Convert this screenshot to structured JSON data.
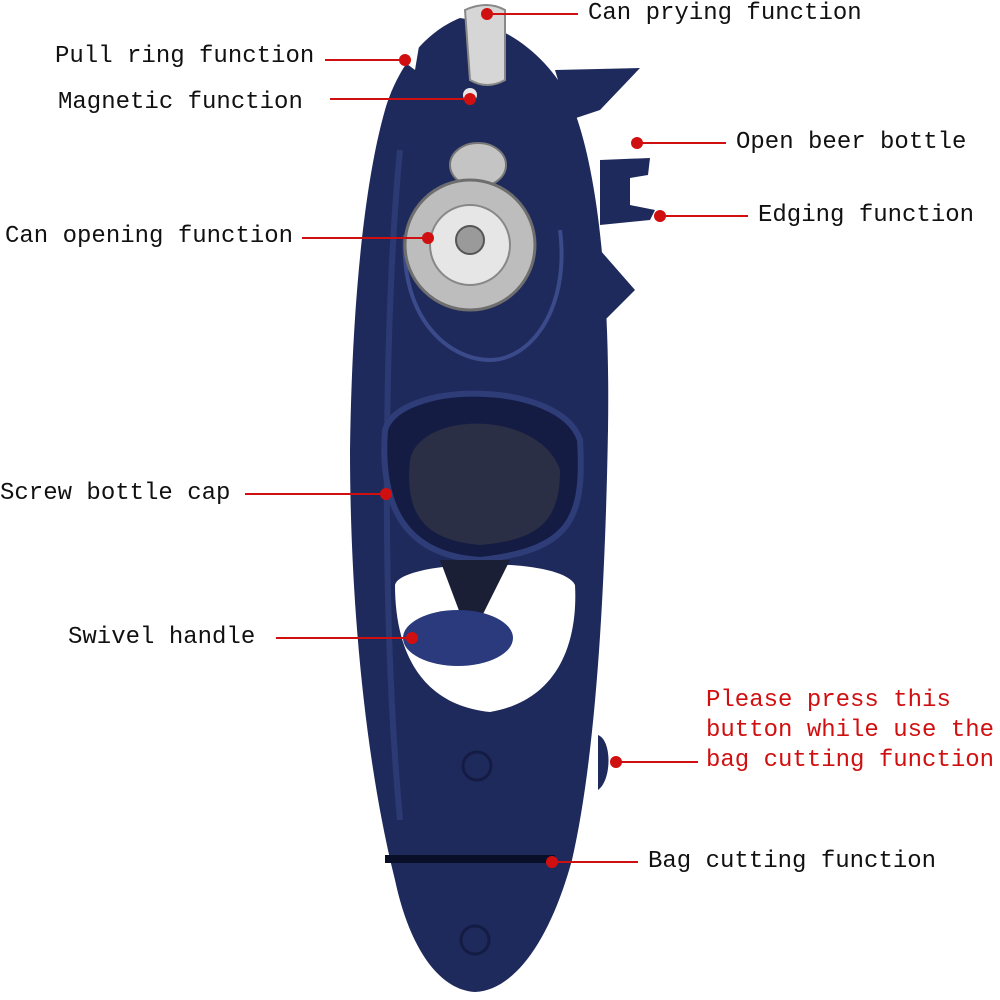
{
  "labels": {
    "can_prying": "Can prying function",
    "pull_ring": "Pull ring function",
    "magnetic": "Magnetic function",
    "open_beer": "Open beer bottle",
    "edging": "Edging function",
    "can_opening": "Can opening function",
    "screw_cap": "Screw bottle cap",
    "swivel": "Swivel handle",
    "bag_cutting": "Bag cutting function"
  },
  "note": {
    "lines": [
      "Please press this",
      "button while use the",
      "bag cutting function"
    ]
  },
  "colors": {
    "body": "#1f2a5c",
    "body_dark": "#141c44",
    "leader_line": "#d01010",
    "note_text": "#d01010",
    "metal": "#c8c8c8"
  }
}
